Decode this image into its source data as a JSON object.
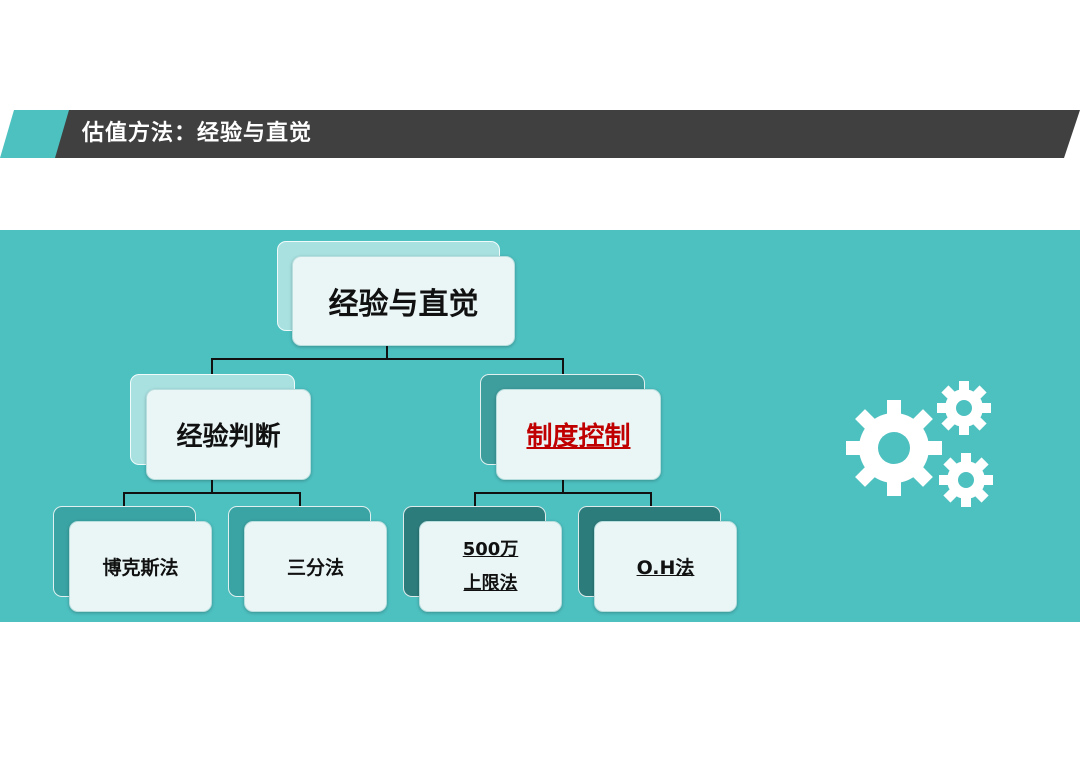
{
  "header": {
    "title": "估值方法：经验与直觉"
  },
  "diagram": {
    "root": {
      "label": "经验与直觉"
    },
    "branches": [
      {
        "label": "经验判断",
        "emphasis": false,
        "children": [
          {
            "label": "博克斯法"
          },
          {
            "label": "三分法"
          }
        ]
      },
      {
        "label": "制度控制",
        "emphasis": true,
        "children": [
          {
            "line1": "500万",
            "line2": "上限法"
          },
          {
            "label": "O.H法"
          }
        ]
      }
    ]
  },
  "colors": {
    "accent": "#4dc0c0",
    "title_bar": "#404040",
    "emphasis_text": "#c00000"
  },
  "icons": [
    "gears-icon"
  ]
}
